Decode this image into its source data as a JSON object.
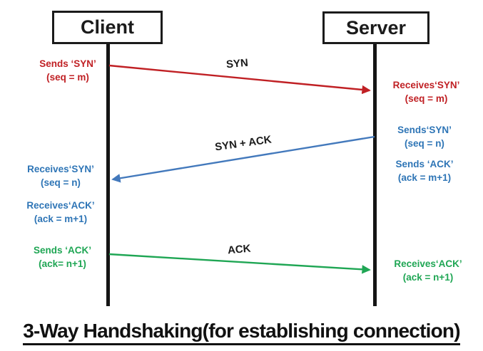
{
  "title": "3-Way Handshaking(for establishing connection)",
  "actors": [
    {
      "name": "Client"
    },
    {
      "name": "Server"
    }
  ],
  "messages": [
    {
      "label": "SYN",
      "from": "Client",
      "to": "Server"
    },
    {
      "label": "SYN + ACK",
      "from": "Server",
      "to": "Client"
    },
    {
      "label": "ACK",
      "from": "Client",
      "to": "Server"
    }
  ],
  "notes": {
    "client": [
      {
        "line1": "Sends ‘SYN’",
        "line2": "(seq = m)"
      },
      {
        "line1": "Receives‘SYN’",
        "line2": "(seq = n)"
      },
      {
        "line1": "Receives‘ACK’",
        "line2": "(ack = m+1)"
      },
      {
        "line1": "Sends ‘ACK’",
        "line2": "(ack= n+1)"
      }
    ],
    "server": [
      {
        "line1": "Receives‘SYN’",
        "line2": "(seq = m)"
      },
      {
        "line1": "Sends‘SYN’",
        "line2": "(seq = n)"
      },
      {
        "line1": "Sends ‘ACK’",
        "line2": "(ack = m+1)"
      },
      {
        "line1": "Receives‘ACK’",
        "line2": "(ack = n+1)"
      }
    ]
  },
  "colors": {
    "syn_red": "#c02024",
    "synack_blue": "#4379bc",
    "ack_green": "#1fa654",
    "text_blue": "#2e75b6",
    "ink": "#1b1b1b"
  }
}
